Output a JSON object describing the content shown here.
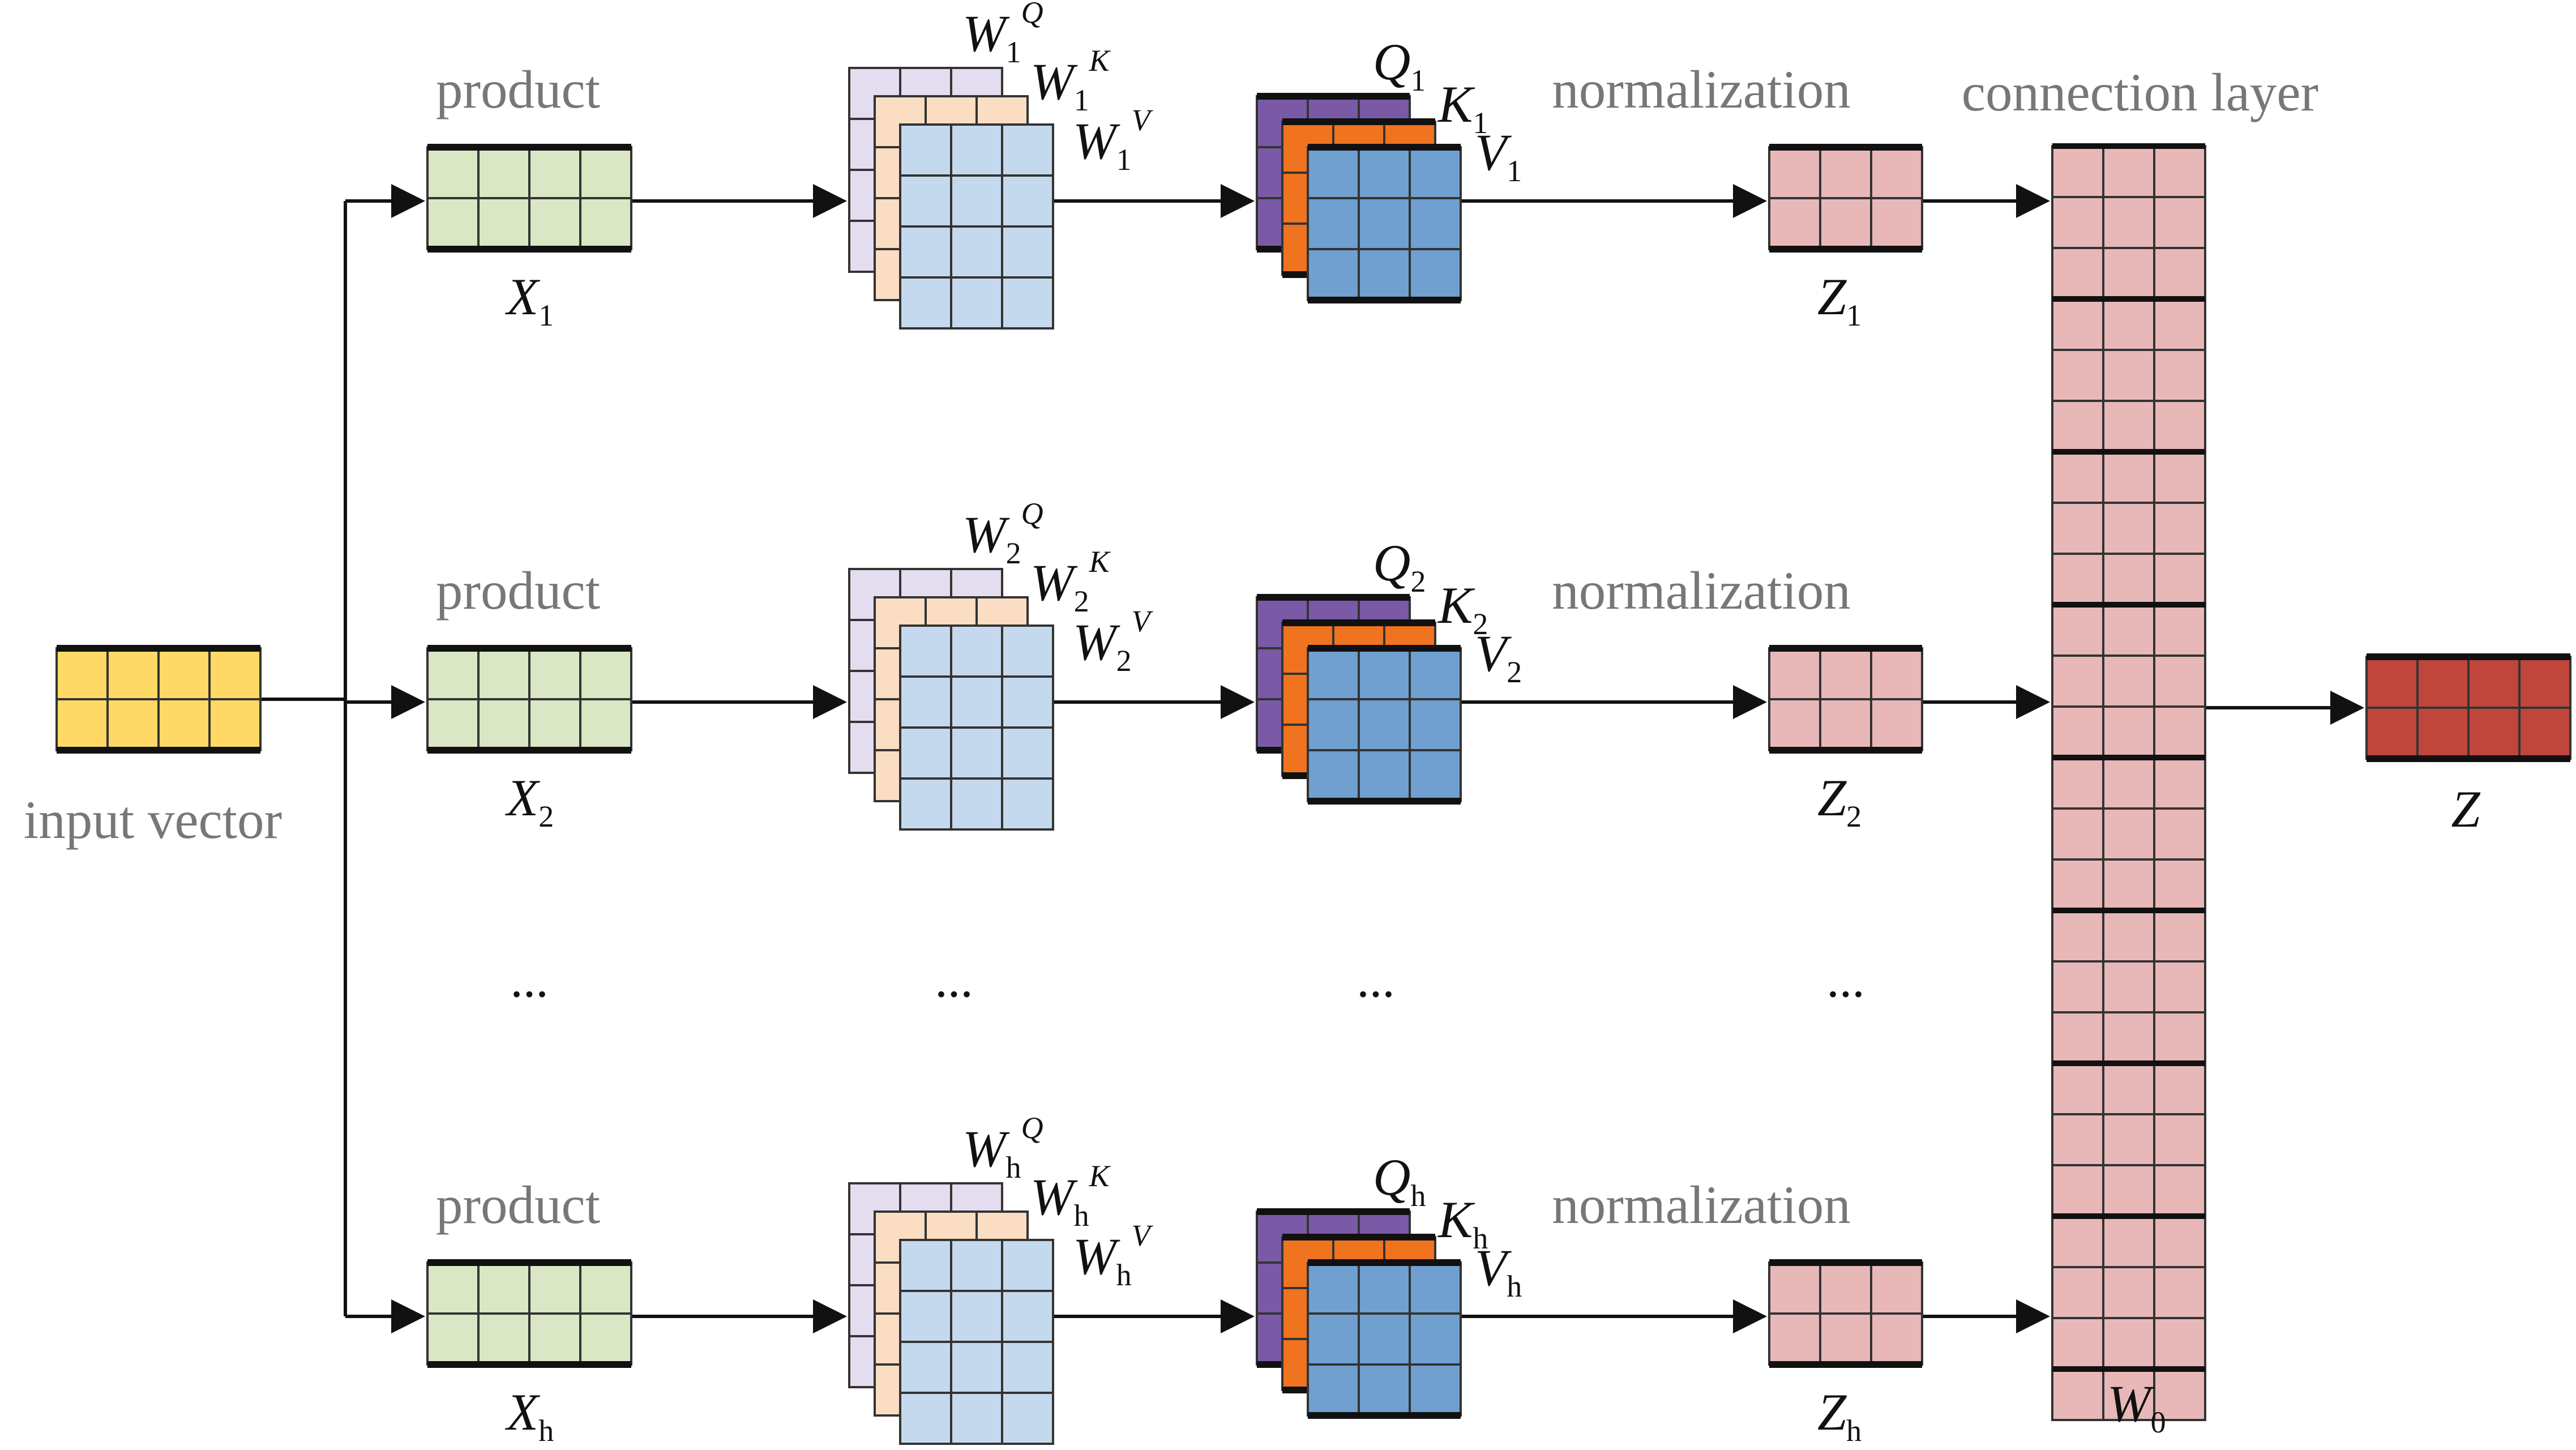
{
  "labels": {
    "input": "input vector",
    "product": "product",
    "normalization": "normalization",
    "connection": "connection layer",
    "dots": "..."
  },
  "symbols": {
    "X": "X",
    "W": "W",
    "Q": "Q",
    "K": "K",
    "V": "V",
    "Z": "Z",
    "W0_main": "W",
    "W0_sub": "0",
    "Z_out": "Z"
  },
  "heads": [
    {
      "sub": "1"
    },
    {
      "sub": "2"
    },
    {
      "sub": "h"
    }
  ],
  "colors": {
    "input": "#FFD966",
    "product": "#D9E7C4",
    "weight_back": "#E4DDF0",
    "weight_mid": "#FBDDC3",
    "weight_front": "#C5D9EE",
    "q_matrix": "#7A5AA6",
    "k_matrix": "#F07320",
    "v_matrix": "#6FA0D0",
    "z_matrix": "#E8B8B8",
    "connection": "#E8B8B8",
    "output": "#C0463C",
    "line": "#111111"
  }
}
